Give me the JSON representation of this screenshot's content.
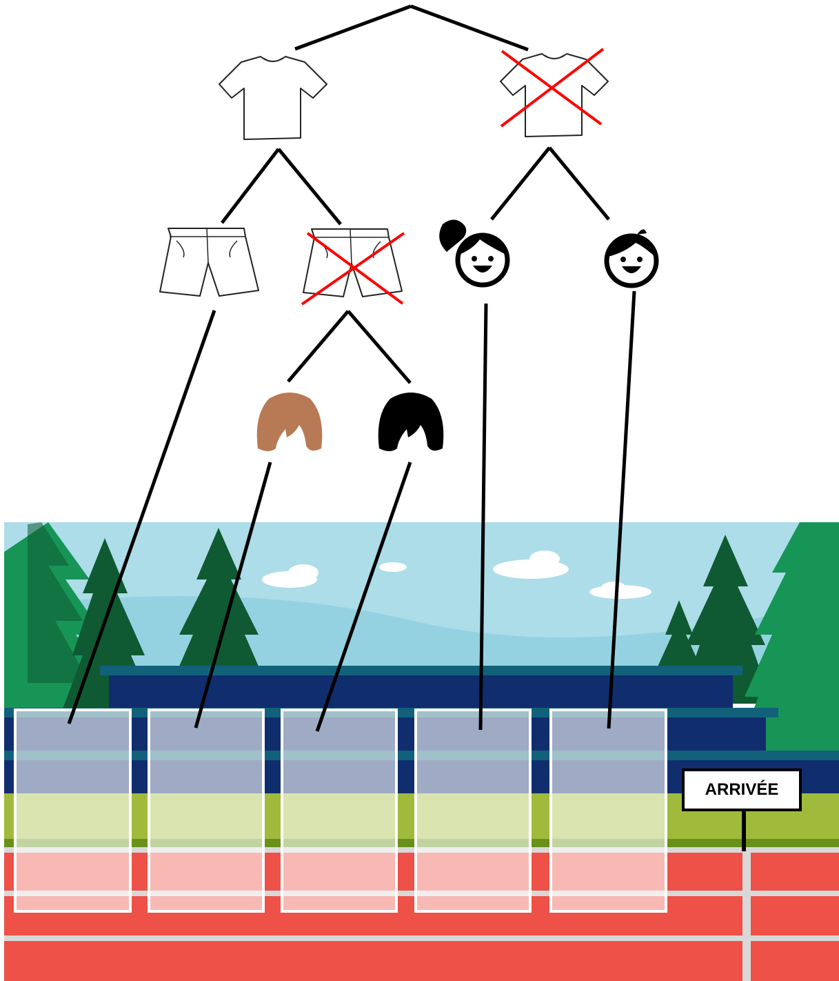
{
  "finish_sign": {
    "label": "ARRIVÉE"
  },
  "tree": {
    "root": {
      "children": [
        "with-tshirt",
        "no-tshirt"
      ]
    },
    "with-tshirt": {
      "icon": "tshirt-icon",
      "crossed": false,
      "children": [
        "with-shorts",
        "no-shorts"
      ]
    },
    "no-tshirt": {
      "icon": "tshirt-icon",
      "crossed": true,
      "children": [
        "girl-face",
        "boy-face"
      ]
    },
    "with-shorts": {
      "icon": "shorts-icon",
      "crossed": false,
      "leads_to_box": 1
    },
    "no-shorts": {
      "icon": "shorts-icon",
      "crossed": true,
      "children": [
        "brown-hair",
        "black-hair"
      ]
    },
    "brown-hair": {
      "icon": "hair-icon",
      "hair_color": "#b87a55",
      "leads_to_box": 2
    },
    "black-hair": {
      "icon": "hair-icon",
      "hair_color": "#000000",
      "leads_to_box": 3
    },
    "girl-face": {
      "icon": "girl-face-icon",
      "leads_to_box": 4
    },
    "boy-face": {
      "icon": "boy-face-icon",
      "leads_to_box": 5
    }
  },
  "answer_boxes": [
    1,
    2,
    3,
    4,
    5
  ],
  "colors": {
    "sky": "#acdde9",
    "tree_dark": "#0f5a32",
    "tree_light": "#179557",
    "stand_dark": "#102d6e",
    "stand_edge": "#12617a",
    "grass": "#a0bb3b",
    "grass_dark": "#67911a",
    "track": "#ee5147",
    "track_line": "#d8d8d8",
    "cross": "#ff0000"
  }
}
